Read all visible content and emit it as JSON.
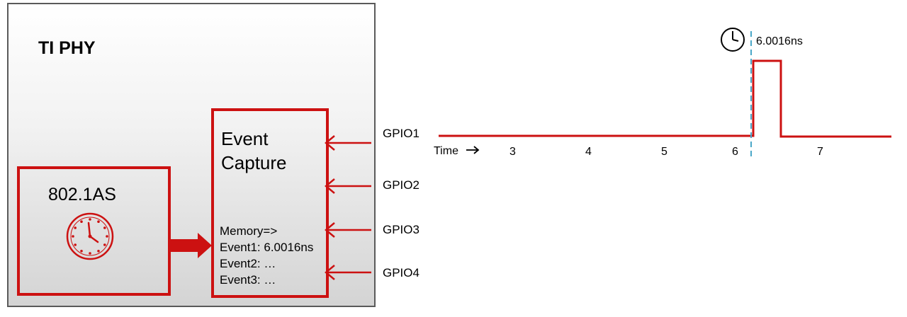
{
  "phy": {
    "title": "TI PHY"
  },
  "clock_block": {
    "label": "802.1AS",
    "icon": "clock-icon"
  },
  "capture_block": {
    "title_line1": "Event",
    "title_line2": "Capture",
    "memory_label": "Memory=>",
    "events": [
      "Event1: 6.0016ns",
      "Event2: …",
      "Event3: …"
    ]
  },
  "gpio_inputs": [
    "GPIO1",
    "GPIO2",
    "GPIO3",
    "GPIO4"
  ],
  "timeline": {
    "time_label": "Time",
    "ticks": [
      "3",
      "4",
      "5",
      "6",
      "7"
    ],
    "event_timestamp": "6.0016ns",
    "event_icon": "stopwatch-icon"
  },
  "colors": {
    "accent_red": "#cc1111",
    "marker_blue": "#4aa8c8",
    "box_border": "#5a5a5a"
  }
}
